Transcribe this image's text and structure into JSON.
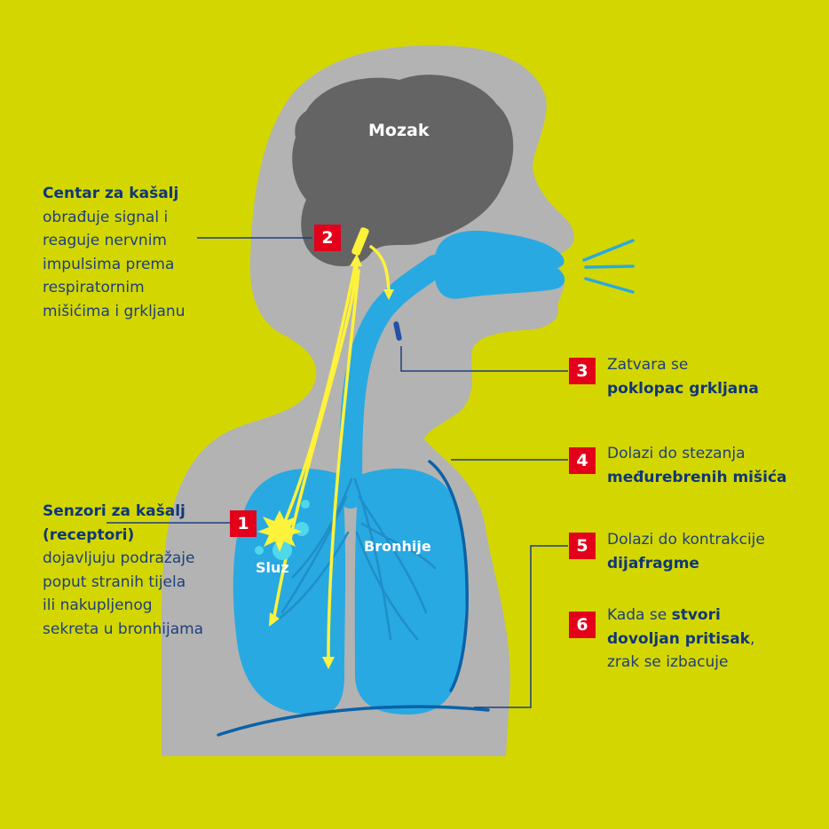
{
  "labels": {
    "brain": "Mozak",
    "mucus": "Sluz",
    "bronchi": "Bronhije"
  },
  "steps": [
    {
      "number": "1",
      "title_lines": [
        "Senzori za kašalj",
        "(receptori)"
      ],
      "body_lines": [
        "dojavljuju podražaje",
        "poput stranih tijela",
        "ili nakupljenog",
        "sekreta u bronhijama"
      ]
    },
    {
      "number": "2",
      "title_lines": [
        "Centar za kašalj"
      ],
      "body_lines": [
        "obrađuje signal i",
        "reaguje nervnim",
        "impulsima prema",
        "respiratornim",
        "mišićima i grkljanu"
      ]
    },
    {
      "number": "3",
      "line1": "Zatvara se",
      "line2_bold": "poklopac grkljana"
    },
    {
      "number": "4",
      "line1": "Dolazi do stezanja",
      "line2_bold": "međurebrenih mišića"
    },
    {
      "number": "5",
      "line1": "Dolazi do kontrakcije",
      "line2_bold": "dijafragme"
    },
    {
      "number": "6",
      "line1_normal": "Kada se ",
      "line1_bold": "stvori",
      "line2_bold": "dovoljan pritisak",
      "line2_normal": ",",
      "line3": "zrak se izbacuje"
    }
  ],
  "colors": {
    "background": "#d4d600",
    "silhouette": "#b3b3b3",
    "brain": "#646464",
    "lungs": "#29a9e1",
    "signal": "#fff23a",
    "badge": "#e2001a",
    "text": "#1d3f7c",
    "muscle_line": "#0a62a8"
  }
}
